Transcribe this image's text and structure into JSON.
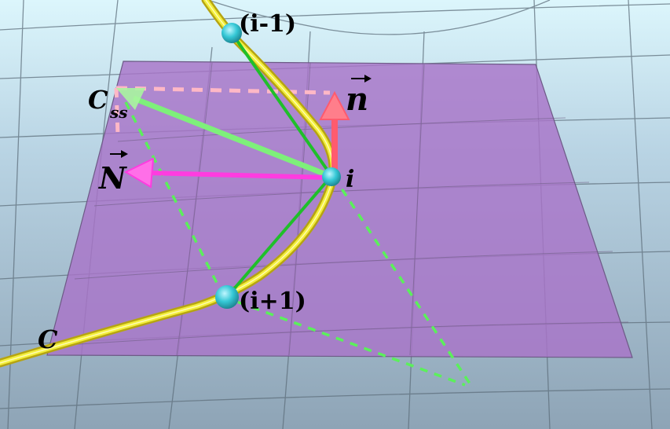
{
  "labels": {
    "point_prev": "(i-1)",
    "point_curr": "i",
    "point_next": "(i+1)",
    "curve": "C",
    "center_symbol": "C",
    "center_subscript": "ss",
    "surface_normal": "n",
    "curvature_normal": "N"
  },
  "colors": {
    "background_top": "#d8f4fb",
    "background_bottom": "#8fa6b8",
    "plane": "#a874c8",
    "curve": "#f2ee3a",
    "chord": "#1fbf2a",
    "center_vector": "#7ef07a",
    "normal_n": "#ff5b6e",
    "normal_N": "#ff3ce0",
    "node": "#35c8d6",
    "dashed_pink": "#ffb8c6",
    "dashed_green": "#5bf05b"
  }
}
